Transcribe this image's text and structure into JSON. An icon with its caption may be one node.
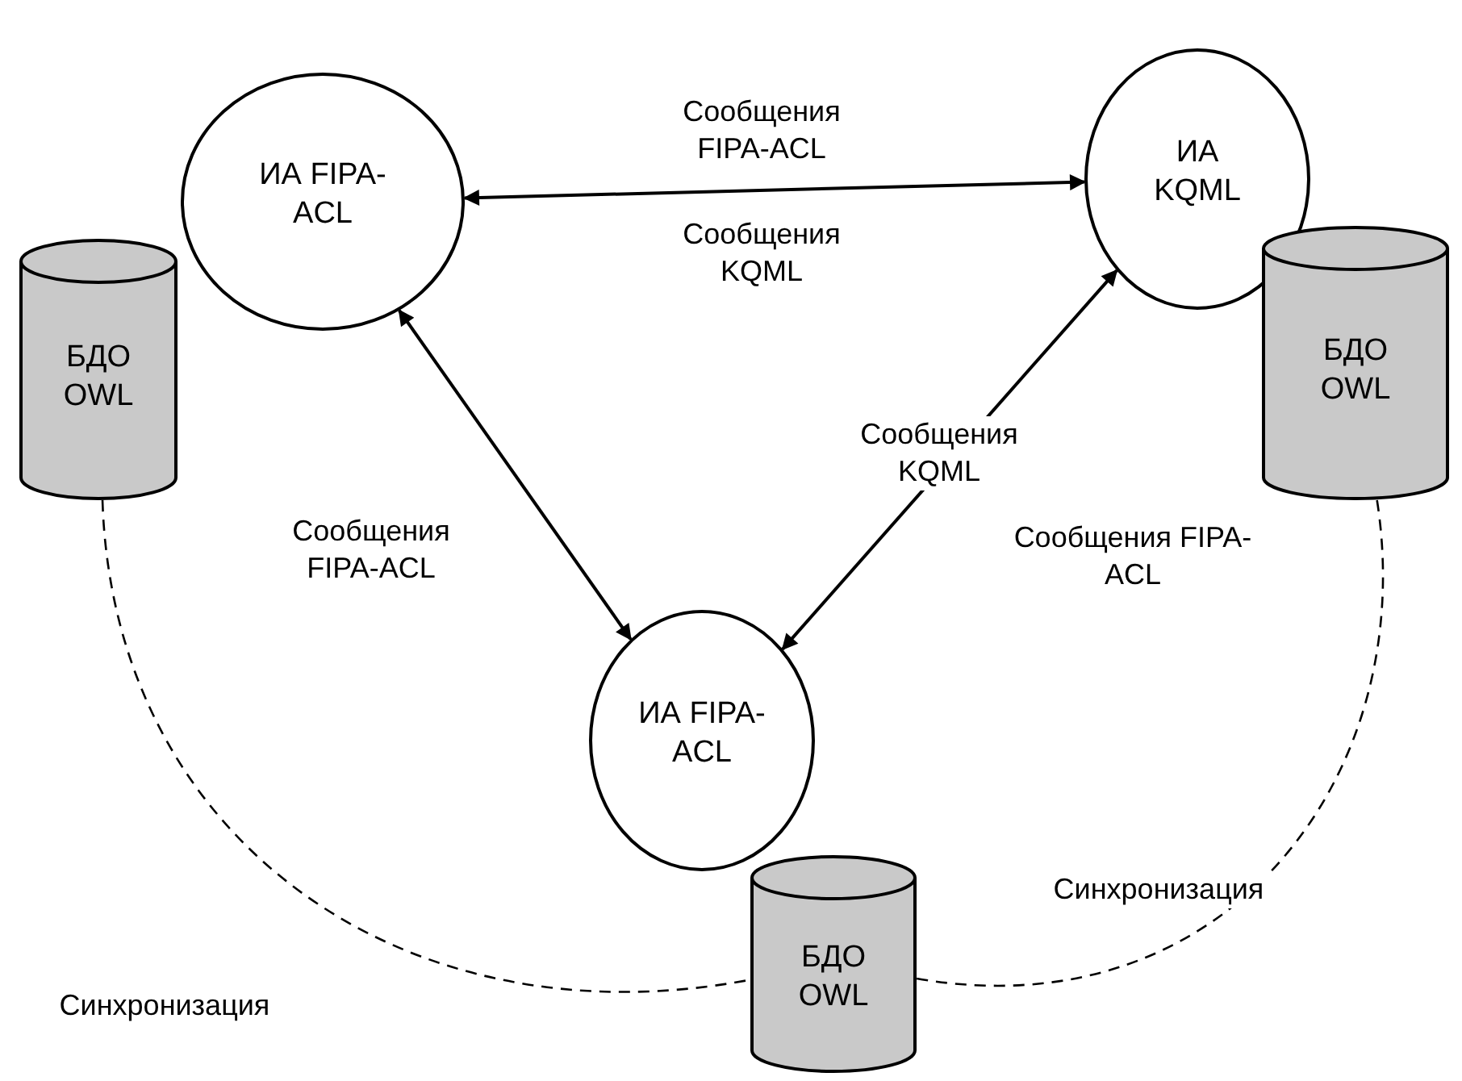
{
  "diagram": {
    "nodes": [
      {
        "text": [
          "ИА FIPA-ACL"
        ]
      },
      {
        "text": [
          "БДО OWL"
        ]
      },
      {
        "text": [
          "ИА KQML"
        ]
      },
      {
        "text": [
          "БДО OWL"
        ]
      },
      {
        "text": [
          "ИА FIPA-ACL"
        ]
      },
      {
        "text": [
          "БДО OWL"
        ]
      }
    ],
    "edges": [
      {
        "from": 0,
        "to": 2,
        "arrow": "both",
        "label": "Сообщения FIPA-ACL"
      },
      {
        "from": 0,
        "to": 4,
        "arrow": "both",
        "label": "Сообщения FIPA-ACL"
      },
      {
        "from": 2,
        "to": 4,
        "arrow": "both",
        "label": "Сообщения KQML"
      },
      {
        "from": 1,
        "to": 5,
        "arrow": "none",
        "style": "dashed",
        "label": "Синхронизация"
      },
      {
        "from": 3,
        "to": 5,
        "arrow": "none",
        "style": "dashed",
        "label": "Синхронизация"
      }
    ],
    "labels": [
      "Сообщения KQML",
      "Сообщения FIPA-ACL"
    ]
  }
}
